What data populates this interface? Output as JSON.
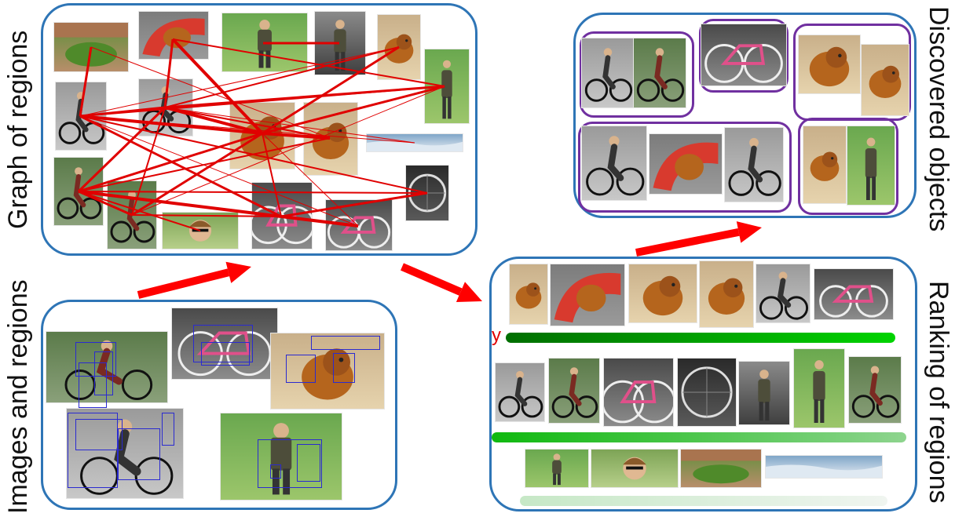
{
  "labels": {
    "graph": "Graph of regions",
    "images": "Images and regions",
    "discovered": "Discovered objects",
    "ranking": "Ranking of regions",
    "y_symbol": "y"
  },
  "colors": {
    "panel_border": "#2e75b6",
    "group_border": "#7030a0",
    "arrow": "#ff0000",
    "edge": "#e00000",
    "rank_bar_strong": "#007a00",
    "rank_bar_mid": "#21c21a",
    "rank_bar_weak": "#cfe6cf"
  },
  "thumb_types": [
    "dog",
    "stroller",
    "walker",
    "person",
    "cyclist",
    "wading",
    "bicycle",
    "wheel",
    "water",
    "face",
    "garden"
  ]
}
